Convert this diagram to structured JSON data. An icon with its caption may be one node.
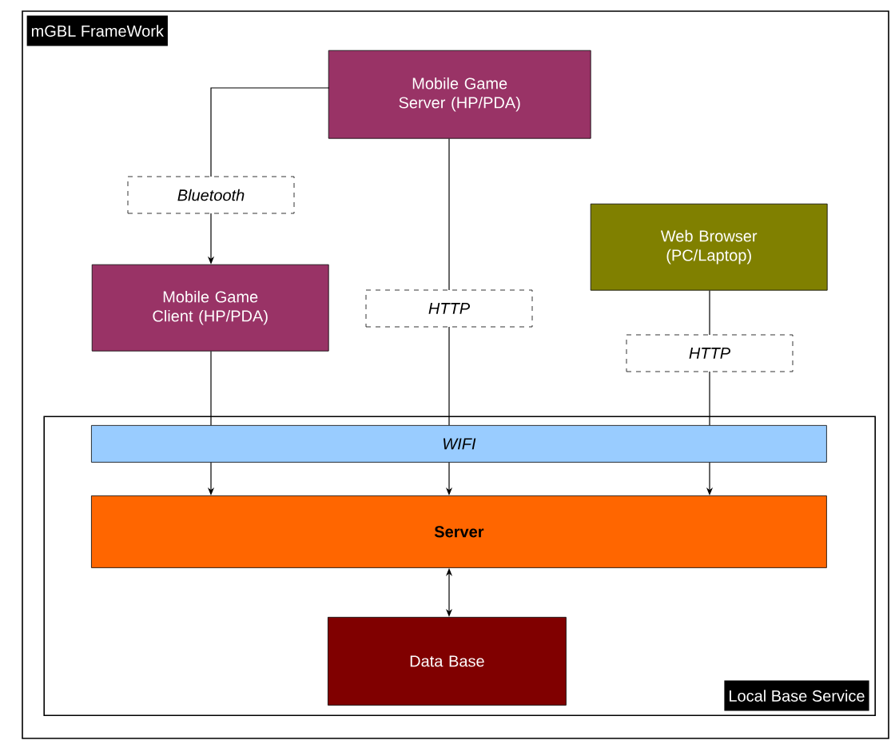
{
  "diagram": {
    "nodes": [
      {
        "text": [
          "mGBL FrameWork"
        ]
      },
      {
        "text": [
          "Mobile Game Server (HP/PDA)"
        ],
        "in": 0
      },
      {
        "text": [
          "Web Browser (PC/Laptop)"
        ],
        "in": 0
      },
      {
        "text": [
          "Mobile Game Client (HP/PDA)"
        ],
        "in": 0
      },
      {
        "text": [
          "Local Base Service"
        ],
        "in": 0
      },
      {
        "text": [
          "WIFI"
        ],
        "in": 4
      },
      {
        "text": [
          "Server"
        ],
        "in": 4
      },
      {
        "text": [
          "Data Base"
        ],
        "in": 4
      }
    ],
    "edges": [
      {
        "from": 1,
        "to": 3,
        "arrow": "to",
        "label": "Bluetooth"
      },
      {
        "from": 1,
        "to": 5,
        "arrow": "none",
        "label": "HTTP"
      },
      {
        "from": 2,
        "to": 5,
        "arrow": "none",
        "label": "HTTP"
      },
      {
        "from": 3,
        "to": 5,
        "arrow": "none"
      },
      {
        "from": 5,
        "to": 6,
        "arrow": "to"
      },
      {
        "from": 5,
        "to": 6,
        "arrow": "to"
      },
      {
        "from": 5,
        "to": 6,
        "arrow": "to"
      },
      {
        "from": 6,
        "to": 7,
        "arrow": "both"
      }
    ]
  }
}
